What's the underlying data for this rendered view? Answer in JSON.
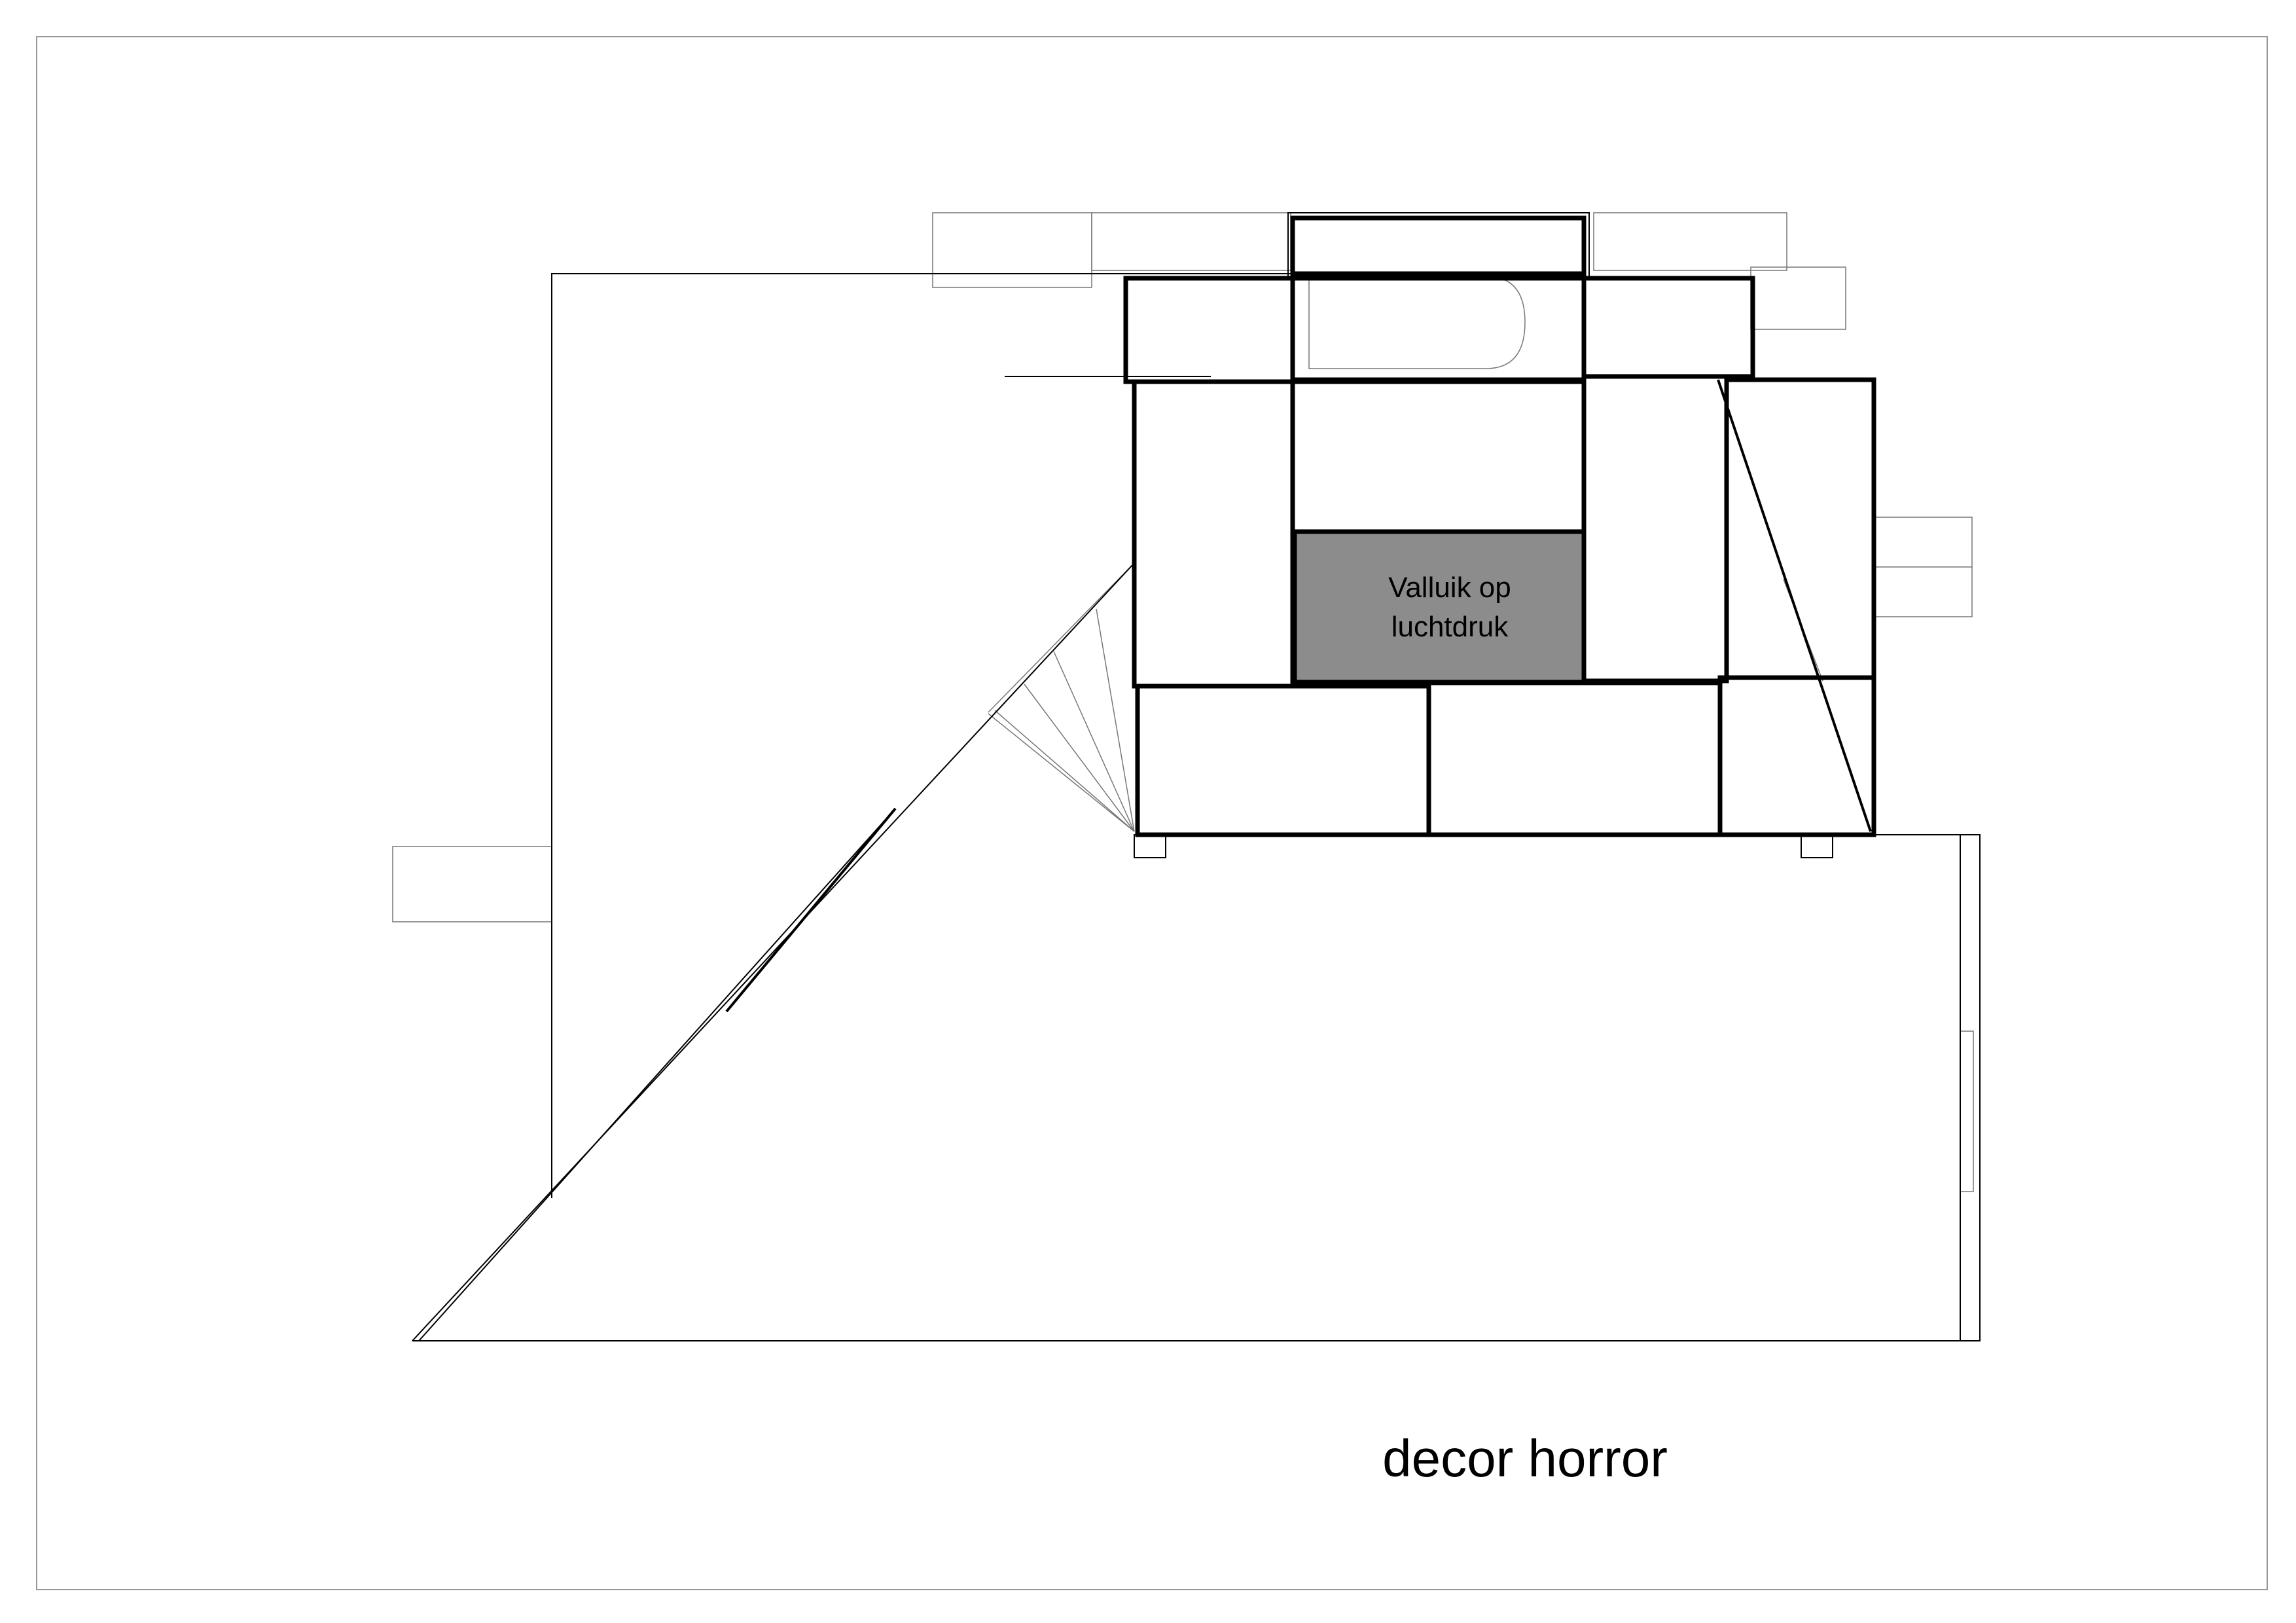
{
  "plan": {
    "trapdoor_label": [
      "Valluik op",
      "luchtdruk"
    ],
    "title": "decor horror",
    "colors": {
      "line": "#000000",
      "frame": "#999999",
      "trapdoor_fill": "#8c8c8c",
      "background": "#ffffff"
    }
  }
}
